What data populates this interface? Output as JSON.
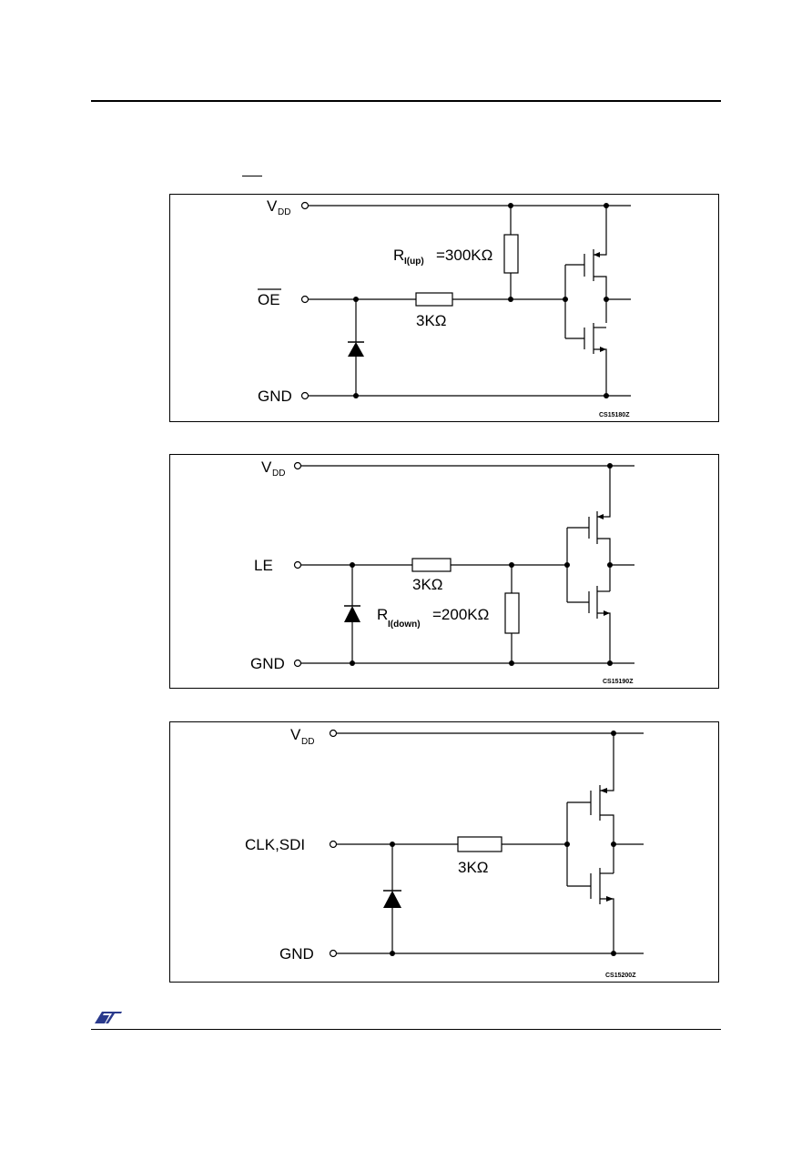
{
  "page": {
    "logo": "ST"
  },
  "figures": [
    {
      "id": "oe-input",
      "vdd_label": "V",
      "vdd_sub": "DD",
      "signal_label": "OE",
      "gnd_label": "GND",
      "series_resistor": "3KΩ",
      "bias_resistor_prefix": "R",
      "bias_resistor_sub": "I(up)",
      "bias_resistor_value": "=300KΩ",
      "code": "CS15180Z"
    },
    {
      "id": "le-input",
      "vdd_label": "V",
      "vdd_sub": "DD",
      "signal_label": "LE",
      "gnd_label": "GND",
      "series_resistor": "3KΩ",
      "bias_resistor_prefix": "R",
      "bias_resistor_sub": "I(down)",
      "bias_resistor_value": "=200KΩ",
      "code": "CS15190Z"
    },
    {
      "id": "clk-sdi-input",
      "vdd_label": "V",
      "vdd_sub": "DD",
      "signal_label": "CLK,SDI",
      "gnd_label": "GND",
      "series_resistor": "3KΩ",
      "code": "CS15200Z"
    }
  ]
}
